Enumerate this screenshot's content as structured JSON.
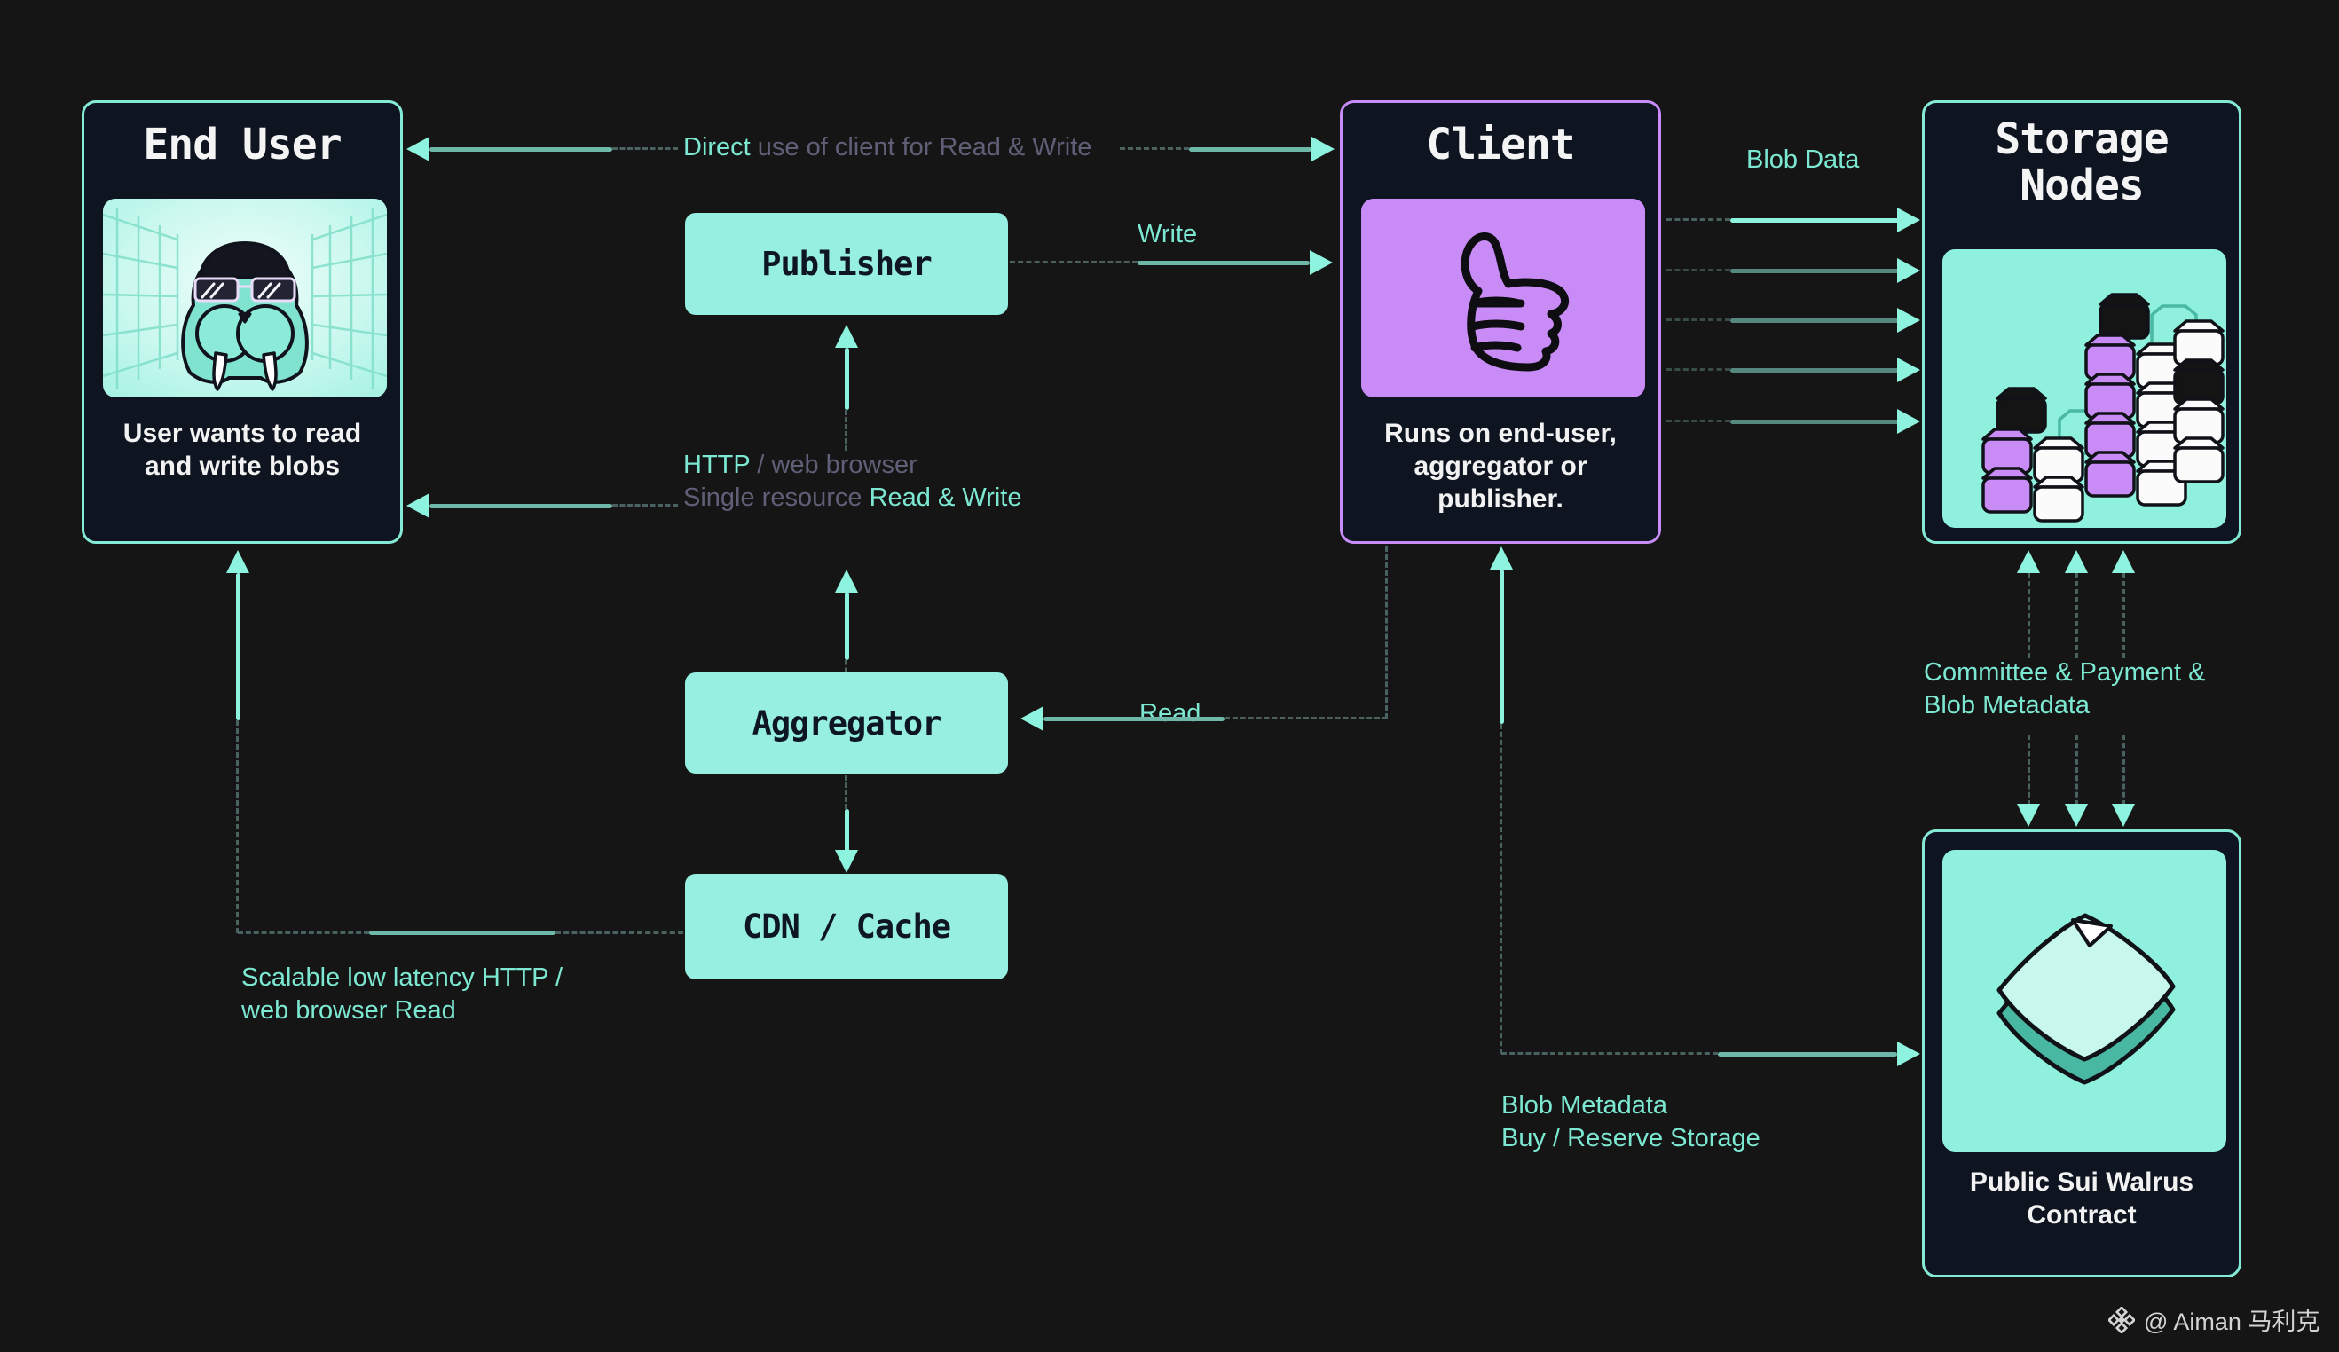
{
  "colors": {
    "background": "#151515",
    "card": "#0E1420",
    "teal_accent": "#7CE8D2",
    "mint_fill": "#97EFE2",
    "purple_border": "#C78CF7",
    "purple_fill": "#C98CF6",
    "muted_text": "#5F5F77"
  },
  "nodes": {
    "end_user": {
      "title": "End User",
      "caption": "User wants to read and write blobs"
    },
    "publisher": {
      "label": "Publisher"
    },
    "client": {
      "title": "Client",
      "caption": "Runs on end-user, aggregator or publisher."
    },
    "storage_nodes": {
      "title": "Storage Nodes"
    },
    "aggregator": {
      "label": "Aggregator"
    },
    "cdn_cache": {
      "label": "CDN / Cache"
    },
    "contract": {
      "caption": "Public Sui Walrus Contract"
    }
  },
  "edges": {
    "direct": {
      "part1": "Direct",
      "part2": " use of client for Read & Write"
    },
    "write": {
      "label": "Write"
    },
    "read": {
      "label": "Read"
    },
    "http": {
      "l1_teal": "HTTP",
      "l1_muted": " / web browser",
      "l2_muted": "Single resource ",
      "l2_teal": "Read & Write"
    },
    "blob_data": {
      "label": "Blob Data"
    },
    "committee": {
      "line1": "Committee & Payment &",
      "line2": "Blob Metadata"
    },
    "scalable": {
      "line1": "Scalable low latency HTTP /",
      "line2": "web browser Read"
    },
    "blob_metadata": {
      "line1": "Blob Metadata",
      "line2": "Buy / Reserve Storage"
    }
  },
  "watermark": {
    "text": "@ Aiman 马利克"
  }
}
